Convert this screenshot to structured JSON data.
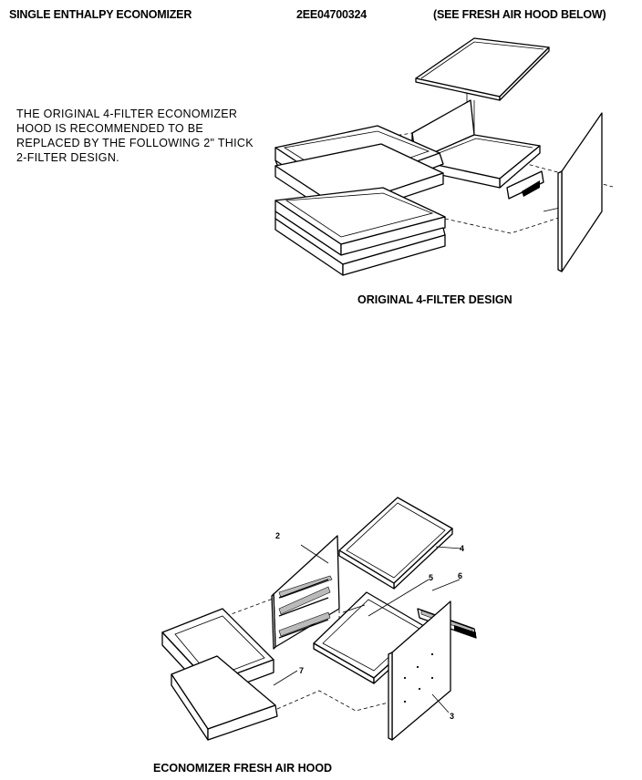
{
  "header": {
    "title": "SINGLE ENTHALPY ECONOMIZER",
    "model_number": "2EE04700324",
    "note": "(SEE FRESH AIR HOOD BELOW)"
  },
  "note_lines": [
    "THE ORIGINAL 4-FILTER ECONOMIZER",
    "HOOD IS RECOMMENDED TO BE",
    "REPLACED BY THE FOLLOWING 2\" THICK",
    "2-FILTER DESIGN."
  ],
  "captions": {
    "top": "ORIGINAL 4-FILTER DESIGN",
    "bottom": "ECONOMIZER FRESH AIR HOOD"
  },
  "callouts": {
    "c2": "2",
    "c3": "3",
    "c4": "4",
    "c5": "5",
    "c6": "6",
    "c7": "7"
  }
}
